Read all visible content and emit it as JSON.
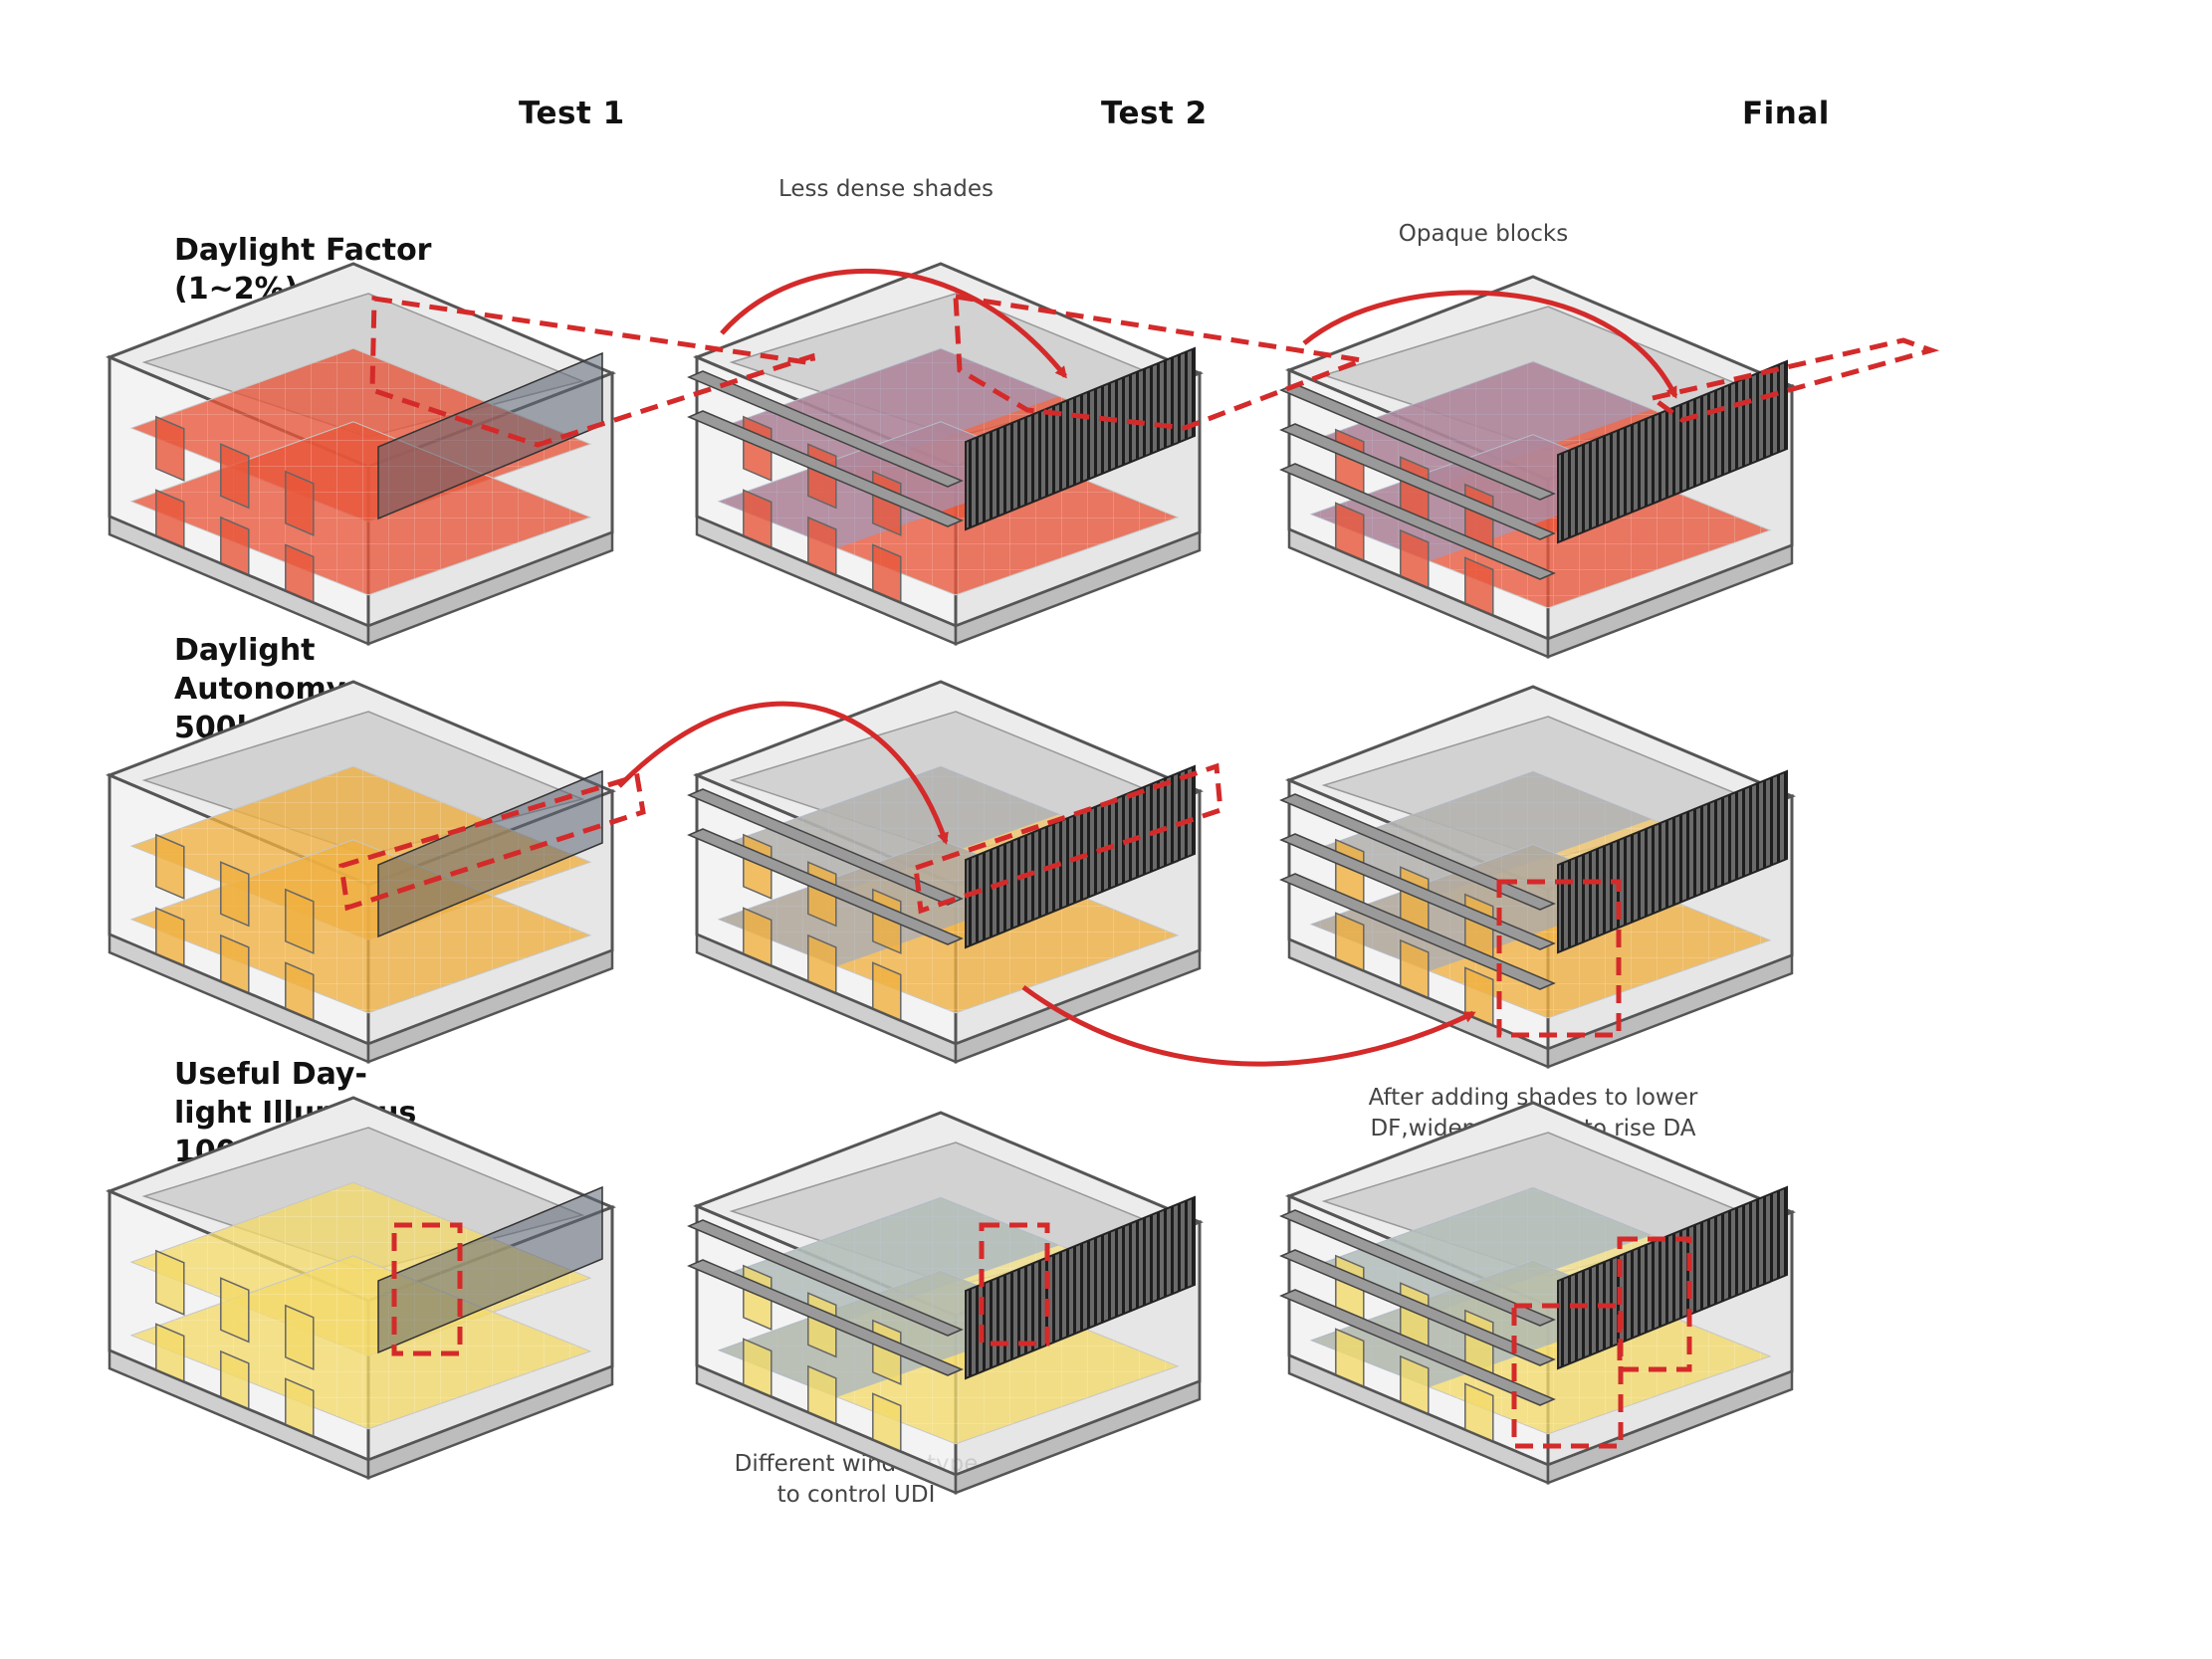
{
  "columns": [
    "Test 1",
    "Test 2",
    "Final"
  ],
  "rows": [
    "Daylight Factor\n(1~2%)",
    "Daylight\nAutonomy\n500lux",
    "Useful Day-\nlight Illuminus\n100~2000lux"
  ],
  "annotations": {
    "less_dense": "Less dense shades",
    "opaque": "Opaque blocks",
    "after_shades": "After adding shades to lower\nDF,widen opening to rise DA",
    "window_type": "Different windor type\nto control UDI"
  },
  "colors": {
    "highlight_red": "#d42a2a",
    "df_orange": "#e8563a",
    "da_amber": "#f0b040",
    "udi_yellow": "#f3da6a",
    "low_blue": "#8aa6d8",
    "louver_dark": "#2a2a2a"
  }
}
